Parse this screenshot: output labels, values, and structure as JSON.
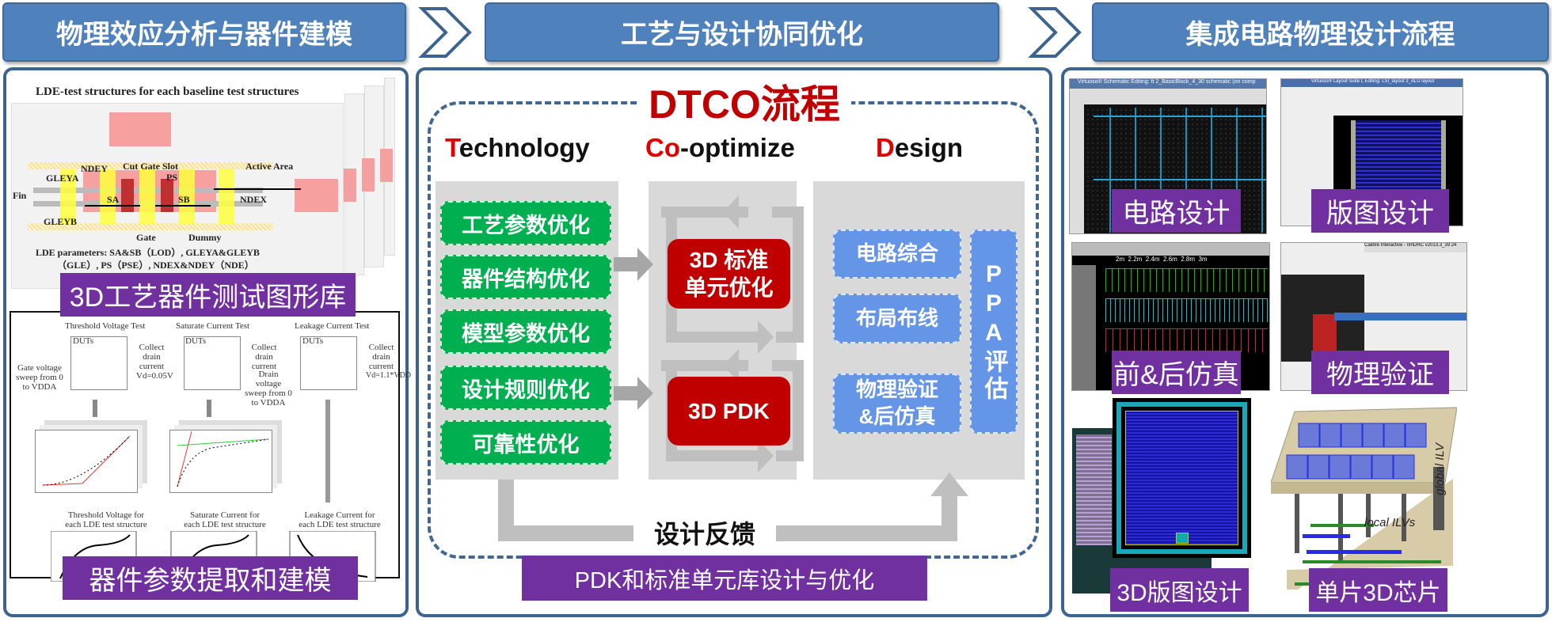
{
  "headers": {
    "left": "物理效应分析与器件建模",
    "middle": "工艺与设计协同优化",
    "right": "集成电路物理设计流程"
  },
  "left_panel": {
    "lde_diagram": {
      "title": "LDE-test structures for each baseline test structures",
      "labels": {
        "ndey": "NDEY",
        "cut_gate_slot": "Cut Gate Slot",
        "active_area": "Active Area",
        "gleya": "GLEYA",
        "gleyb": "GLEYB",
        "fin": "Fin",
        "sa": "SA",
        "sb": "SB",
        "ps": "PS",
        "ndex": "NDEX",
        "gate": "Gate",
        "dummy": "Dummy"
      },
      "params_line1": "LDE parameters: SA&SB（LOD）, GLEYA&GLEYB",
      "params_line2": "（GLE）, PS（PSE）, NDEX&NDEY（NDE）"
    },
    "top_label": "3D工艺器件测试图形库",
    "tests": [
      {
        "title": "Threshold Voltage Test",
        "duts": "DUTs",
        "meter": "Collect drain current",
        "source": "Gate voltage sweep from 0 to VDDA",
        "bias": "Vd=0.05V",
        "result": "Threshold Voltage for each LDE test structure"
      },
      {
        "title": "Saturate Current Test",
        "duts": "DUTs",
        "meter": "Collect drain current",
        "source": "Drain voltage sweep from 0 to VDDA",
        "bias": "",
        "result": "Saturate Current for each LDE test structure"
      },
      {
        "title": "Leakage Current Test",
        "duts": "DUTs",
        "meter": "Collect drain current",
        "source": "",
        "bias": "Vd=1.1*VDD",
        "result": "Leakage Current for each LDE test structure"
      }
    ],
    "bottom_label": "器件参数提取和建模"
  },
  "middle_panel": {
    "title": "DTCO流程",
    "columns": {
      "tech": {
        "first": "T",
        "rest": "echnology"
      },
      "coopt": {
        "first": "Co",
        "rest": "-optimize"
      },
      "design": {
        "first": "D",
        "rest": "esign"
      }
    },
    "tech_items": [
      "工艺参数优化",
      "器件结构优化",
      "模型参数优化",
      "设计规则优化",
      "可靠性优化"
    ],
    "coopt_items": [
      {
        "line1": "3D 标准",
        "line2": "单元优化"
      },
      {
        "line1": "3D PDK",
        "line2": ""
      }
    ],
    "design_items": [
      {
        "line1": "电路综合",
        "line2": ""
      },
      {
        "line1": "布局布线",
        "line2": ""
      },
      {
        "line1": "物理验证",
        "line2": "&后仿真"
      }
    ],
    "ppa": "PPA评估",
    "feedback": "设计反馈",
    "bottom_label": "PDK和标准单元库设计与优化"
  },
  "right_panel": {
    "items": [
      {
        "label": "电路设计",
        "caption": "Virtuoso® Schematic Editing: tt 2_BasicBlock_4_30 schematic (on comp"
      },
      {
        "label": "版图设计",
        "caption": "Virtuoso® Layout Suite L Editing: LSI_layout 3_ALU layout"
      },
      {
        "label": "前&后仿真",
        "caption": "2m  2.2m  2.4m  2.6m  2.8m  3m"
      },
      {
        "label": "物理验证",
        "caption": "Calibre Interactive - nmDRC v2013.3_39.24"
      },
      {
        "label": "3D版图设计",
        "caption": ""
      },
      {
        "label": "单片3D芯片",
        "caption": "local ILVs",
        "caption2": "global ILV"
      }
    ]
  },
  "colors": {
    "header": "#4f81bd",
    "purple": "#7030a0",
    "green": "#00b050",
    "red": "#c00000",
    "blue": "#6495e6",
    "title_red": "#c00000"
  }
}
